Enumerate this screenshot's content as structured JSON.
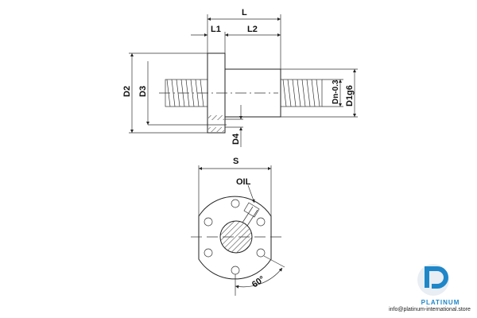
{
  "drawing": {
    "side_view_labels": {
      "L": "L",
      "L1": "L1",
      "L2": "L2",
      "D2": "D2",
      "D3": "D3",
      "D4": "D4",
      "Dn": "Dn-0.3",
      "D1": "D1g6"
    },
    "front_view_labels": {
      "S": "S",
      "oil": "OIL",
      "angle": "60°"
    }
  },
  "watermark": {
    "brand": "PLATINUM",
    "email": "info@platinum-international.store",
    "color": "#1f86c8"
  }
}
